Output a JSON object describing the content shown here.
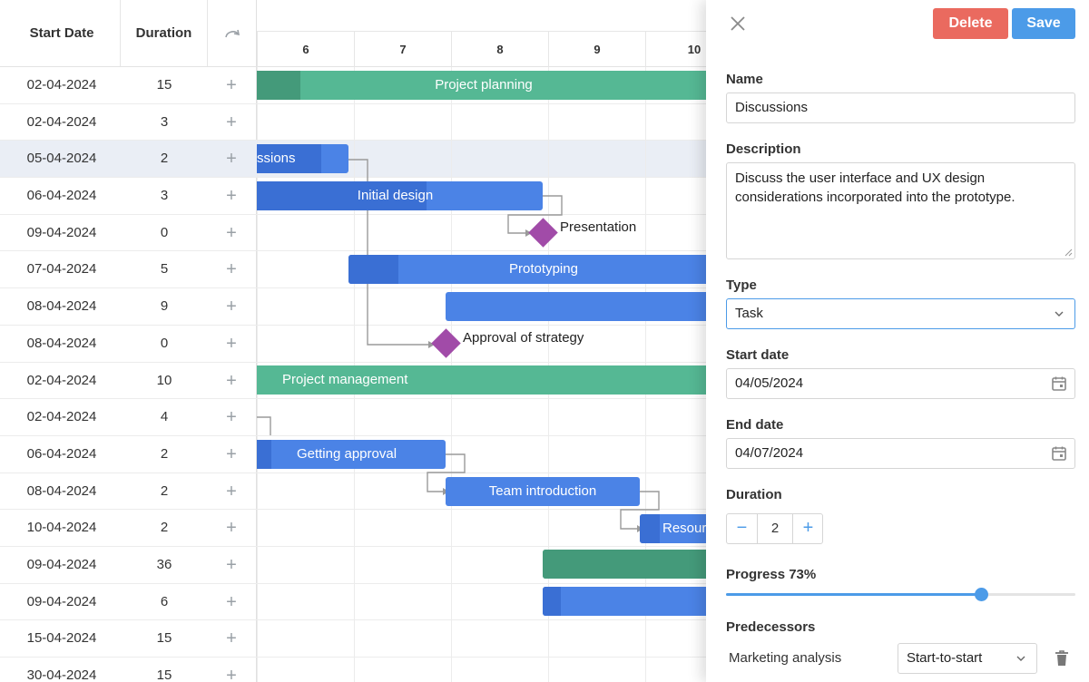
{
  "grid": {
    "headers": {
      "start_date": "Start Date",
      "duration": "Duration"
    },
    "add_symbol": "+",
    "rows": [
      {
        "start": "02-04-2024",
        "duration": "15"
      },
      {
        "start": "02-04-2024",
        "duration": "3"
      },
      {
        "start": "05-04-2024",
        "duration": "2",
        "selected": true
      },
      {
        "start": "06-04-2024",
        "duration": "3"
      },
      {
        "start": "09-04-2024",
        "duration": "0"
      },
      {
        "start": "07-04-2024",
        "duration": "5"
      },
      {
        "start": "08-04-2024",
        "duration": "9"
      },
      {
        "start": "08-04-2024",
        "duration": "0"
      },
      {
        "start": "02-04-2024",
        "duration": "10"
      },
      {
        "start": "02-04-2024",
        "duration": "4"
      },
      {
        "start": "06-04-2024",
        "duration": "2"
      },
      {
        "start": "08-04-2024",
        "duration": "2"
      },
      {
        "start": "10-04-2024",
        "duration": "2"
      },
      {
        "start": "09-04-2024",
        "duration": "36"
      },
      {
        "start": "09-04-2024",
        "duration": "6"
      },
      {
        "start": "15-04-2024",
        "duration": "15"
      },
      {
        "start": "30-04-2024",
        "duration": "15"
      }
    ]
  },
  "timeline": {
    "days": [
      "6",
      "7",
      "8",
      "9",
      "10"
    ],
    "bar_labels": {
      "project_planning": "Project planning",
      "discussions": "ssions",
      "initial_design": "Initial design",
      "presentation": "Presentation",
      "prototyping": "Prototyping",
      "approval_of_strategy": "Approval of strategy",
      "project_management": "Project management",
      "getting_approval": "Getting approval",
      "team_introduction": "Team introduction",
      "resource": "Resour"
    }
  },
  "editor": {
    "delete_label": "Delete",
    "save_label": "Save",
    "name_label": "Name",
    "name_value": "Discussions",
    "description_label": "Description",
    "description_value": "Discuss the user interface and UX design considerations incorporated into the prototype.",
    "type_label": "Type",
    "type_value": "Task",
    "start_label": "Start date",
    "start_value": "04/05/2024",
    "end_label": "End date",
    "end_value": "04/07/2024",
    "duration_label": "Duration",
    "duration_value": "2",
    "duration_minus": "−",
    "duration_plus": "+",
    "progress_label": "Progress 73%",
    "progress_value": 0.73,
    "predecessors_label": "Predecessors",
    "predecessor_name": "Marketing analysis",
    "predecessor_type": "Start-to-start"
  },
  "colors": {
    "task_blue": "#4b83e6",
    "project_green": "#55b894",
    "milestone_purple": "#a14ba8",
    "accent": "#4c9be8",
    "delete_red": "#ea6a5f"
  },
  "icons": [
    "redo-icon",
    "close-icon",
    "calendar-icon",
    "chevron-down-icon",
    "trash-icon"
  ]
}
